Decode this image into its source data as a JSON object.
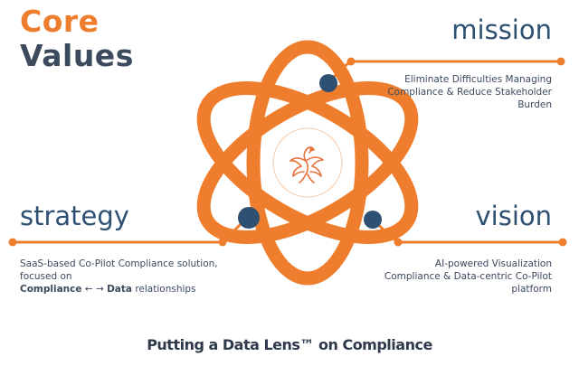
{
  "title": {
    "line1": "Core",
    "line2": "Values"
  },
  "mission": {
    "heading": "mission",
    "line1": "Eliminate Difficulties Managing",
    "line2": "Compliance & Reduce Stakeholder",
    "line3": "Burden"
  },
  "strategy": {
    "heading": "strategy",
    "line1": "SaaS-based Co-Pilot Compliance solution,",
    "line2": "focused on",
    "line3_bold_a": "Compliance",
    "line3_arrows": " ← → ",
    "line3_bold_b": "Data",
    "line3_rest": " relationships"
  },
  "vision": {
    "heading": "vision",
    "line1": "AI-powered Visualization",
    "line2": "Compliance & Data-centric Co-Pilot",
    "line3": "platform"
  },
  "footer": "Putting a Data Lens™ on Compliance",
  "colors": {
    "orange": "#EE7E2D",
    "navy": "#2E5073",
    "dark": "#3C4A5E"
  },
  "icons": {
    "center": "phoenix-logo-icon",
    "electron": "circle-dot"
  }
}
